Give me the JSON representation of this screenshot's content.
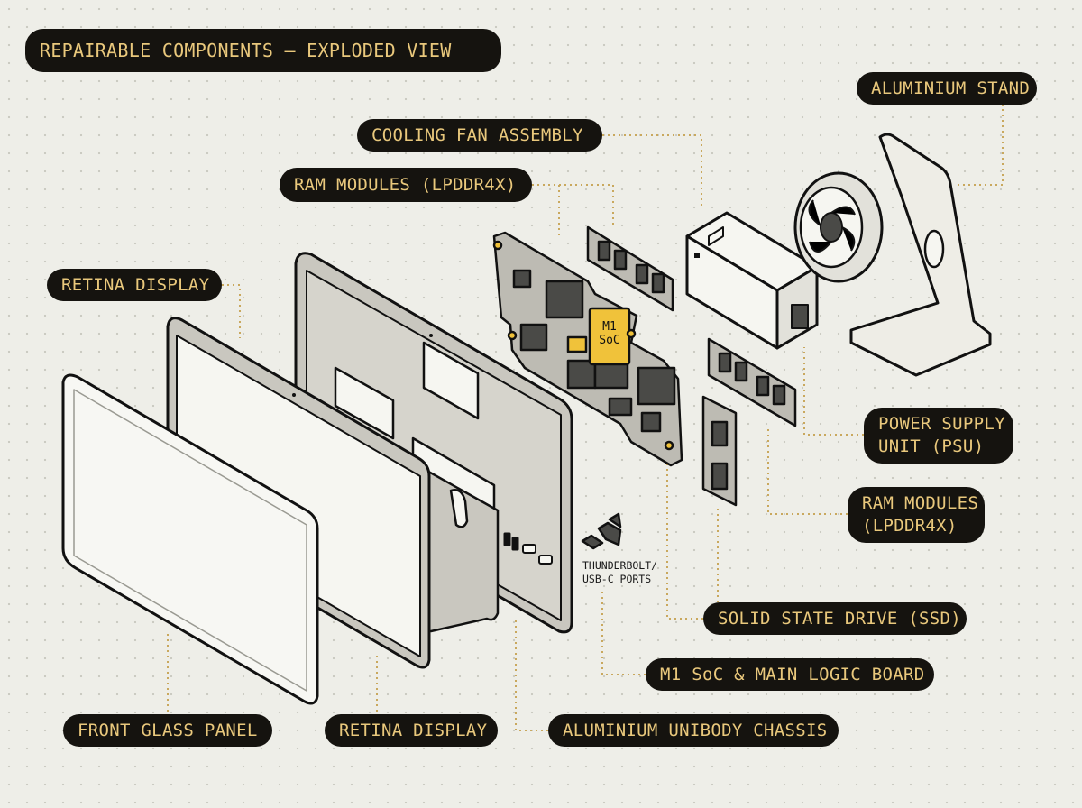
{
  "title": "REPAIRABLE COMPONENTS — EXPLODED VIEW",
  "labels": {
    "aluminium_stand": "ALUMINIUM STAND",
    "cooling_fan": "COOLING FAN ASSEMBLY",
    "ram_top": "RAM MODULES (LPDDR4X)",
    "retina_top": "RETINA DISPLAY",
    "psu_line1": "POWER SUPPLY",
    "psu_line2": "UNIT (PSU)",
    "ram_right_line1": "RAM MODULES",
    "ram_right_line2": "(LPDDR4X)",
    "ssd": "SOLID STATE DRIVE (SSD)",
    "logic_board": "M1 SoC & MAIN LOGIC BOARD",
    "front_glass": "FRONT GLASS PANEL",
    "retina_bottom": "RETINA DISPLAY",
    "chassis": "ALUMINIUM UNIBODY CHASSIS",
    "ports_line1": "THUNDERBOLT/",
    "ports_line2": "USB-C PORTS",
    "chip_line1": "M1",
    "chip_line2": "SoC"
  },
  "colors": {
    "label_bg": "#15130f",
    "label_text": "#e9c87c",
    "accent_gold": "#f0c23a",
    "leader_line": "#c9a85e",
    "outline": "#111111",
    "chassis_fill": "#c9c7bf",
    "panel_fill": "#f6f6f1"
  }
}
